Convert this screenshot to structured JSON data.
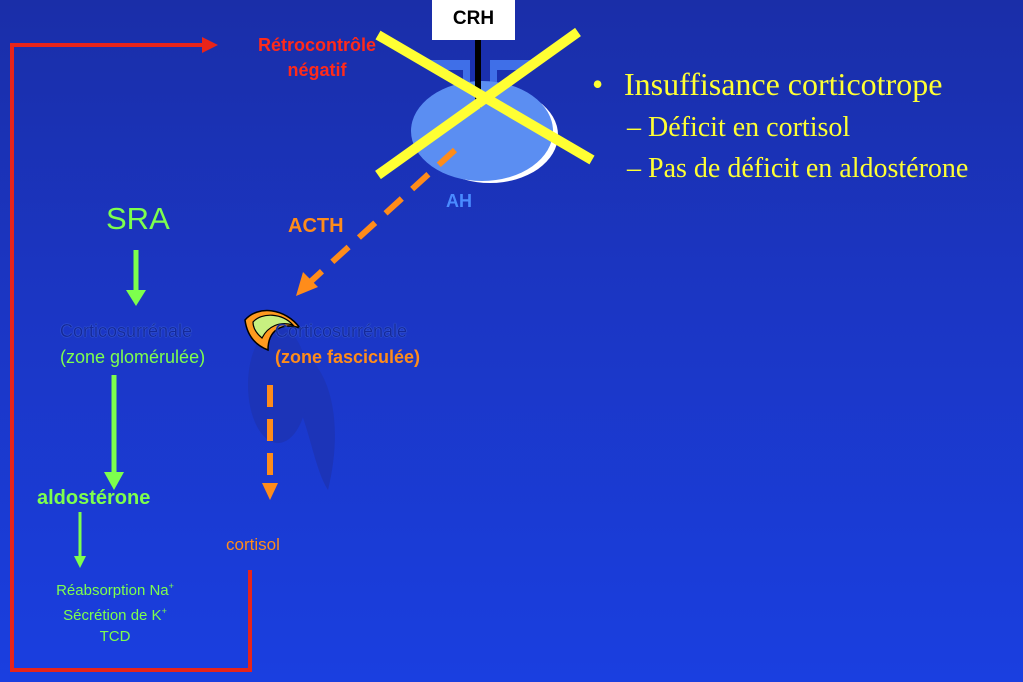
{
  "diagram": {
    "crh": "CRH",
    "retrocontrole": [
      "Rétrocontrôle",
      "négatif"
    ],
    "ah": "AH",
    "sra": "SRA",
    "acth": "ACTH",
    "corticosurrenale_left": [
      "Corticosurrénale",
      "(zone glomérulée)"
    ],
    "corticosurrenale_right": [
      "Corticosurrénale",
      "(zone fasciculée)"
    ],
    "aldosterone": "aldostérone",
    "cortisol": "cortisol",
    "effects": {
      "line1": "Réabsorption Na",
      "line1_sup": "+",
      "line2": "Sécrétion de K",
      "line2_sup": "+",
      "line3": "TCD"
    }
  },
  "bullets": {
    "main": "Insuffisance corticotrope",
    "bullet_symbol": "•",
    "subs": [
      "– Déficit en cortisol",
      "– Pas de déficit en aldostérone"
    ]
  },
  "colors": {
    "background": "#1b36c4",
    "green": "#7dff4d",
    "orange": "#ff8c1a",
    "red": "#ff2a1a",
    "yellow": "#ffff33",
    "pituitary": "#5b8ef2"
  }
}
